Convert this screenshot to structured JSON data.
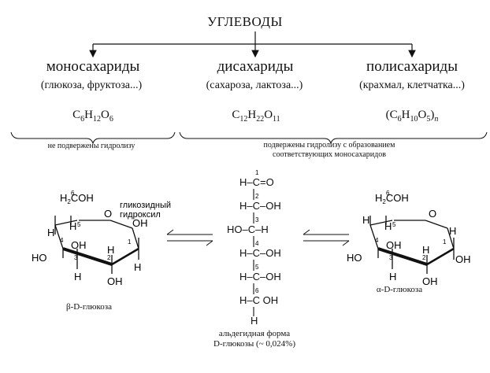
{
  "title": "УГЛЕВОДЫ",
  "classes": [
    {
      "name": "моносахариды",
      "examples": "(глюкоза, фруктоза...)",
      "formula": {
        "c": "6",
        "h": "12",
        "o": "6"
      }
    },
    {
      "name": "дисахариды",
      "examples": "(сахароза, лактоза...)",
      "formula": {
        "c": "12",
        "h": "22",
        "o": "11"
      }
    },
    {
      "name": "полисахариды",
      "examples": "(крахмал, клетчатка...)",
      "formula": {
        "c": "6",
        "h": "10",
        "o": "5",
        "n": "n"
      }
    }
  ],
  "notes": {
    "mono": "не подвержены гидролизу",
    "di_poly_line1": "подвержены гидролизу с образованием",
    "di_poly_line2": "соответствующих моносахаридов"
  },
  "beta": {
    "label": "β-D-глюкоза",
    "glycosidic_line1": "гликозидный",
    "glycosidic_line2": "гидроксил"
  },
  "alpha": {
    "label": "α-D-глюкоза"
  },
  "linear": {
    "label_line1": "альдегидная форма",
    "label_line2": "D-глюкозы (~ 0,024%)"
  },
  "atoms": {
    "H": "H",
    "C": "C",
    "O": "O",
    "OH": "OH",
    "HO": "HO",
    "CHO_top": "H–C=O",
    "H2COH": "H",
    "two": "2",
    "COH": "COH"
  }
}
